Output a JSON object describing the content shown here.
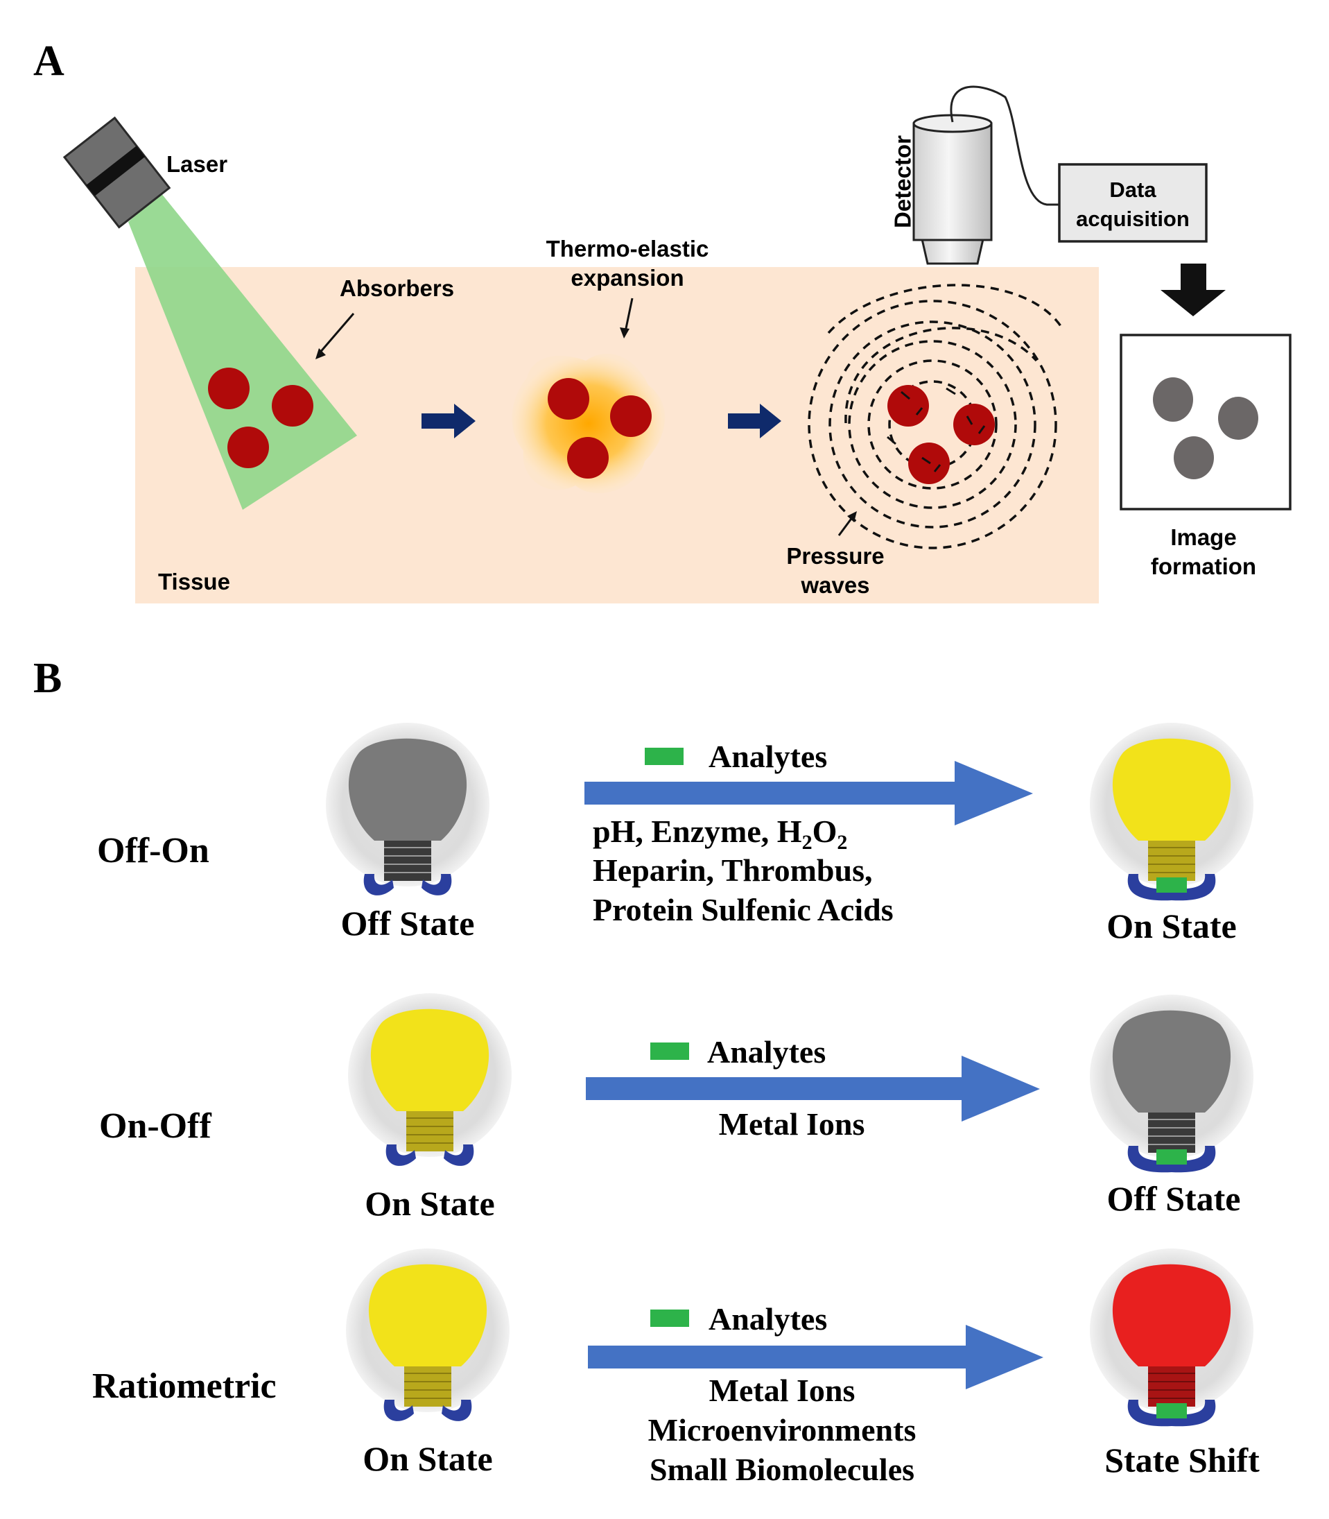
{
  "panel_a": {
    "panel_letter": "A",
    "laser": "Laser",
    "absorbers": "Absorbers",
    "thermo_line1": "Thermo-elastic",
    "thermo_line2": "expansion",
    "detector": "Detector",
    "data_line1": "Data",
    "data_line2": "acquisition",
    "pressure_line1": "Pressure",
    "pressure_line2": "waves",
    "tissue": "Tissue",
    "image_line1": "Image",
    "image_line2": "formation",
    "colors": {
      "tissue": "#fde6d2",
      "beam": "#8fd68a",
      "absorber": "#b00a0a",
      "arrow": "#0f2a6b",
      "image_dot": "#6b6767"
    }
  },
  "panel_b": {
    "panel_letter": "B",
    "legend_label": "Analytes",
    "rows": [
      {
        "mode": "Off-On",
        "left_state": "Off State",
        "right_state": "On State",
        "analyte_lines": [
          "pH, Enzyme, H",
          "2",
          "O",
          "2",
          "Heparin, Thrombus,",
          "Protein Sulfenic Acids"
        ],
        "left_bulb": "#7a7a7a",
        "right_bulb": "#f2e21a"
      },
      {
        "mode": "On-Off",
        "left_state": "On State",
        "right_state": "Off State",
        "analyte_lines": [
          "Metal Ions"
        ],
        "left_bulb": "#f2e21a",
        "right_bulb": "#7a7a7a"
      },
      {
        "mode": "Ratiometric",
        "left_state": "On State",
        "right_state": "State Shift",
        "analyte_lines": [
          "Metal Ions",
          "Microenvironments",
          "Small Biomolecules"
        ],
        "left_bulb": "#f2e21a",
        "right_bulb": "#e8201f"
      }
    ],
    "colors": {
      "arrow": "#4472c4",
      "analyte_chip": "#2db34a",
      "holder": "#2b3f9e"
    }
  }
}
